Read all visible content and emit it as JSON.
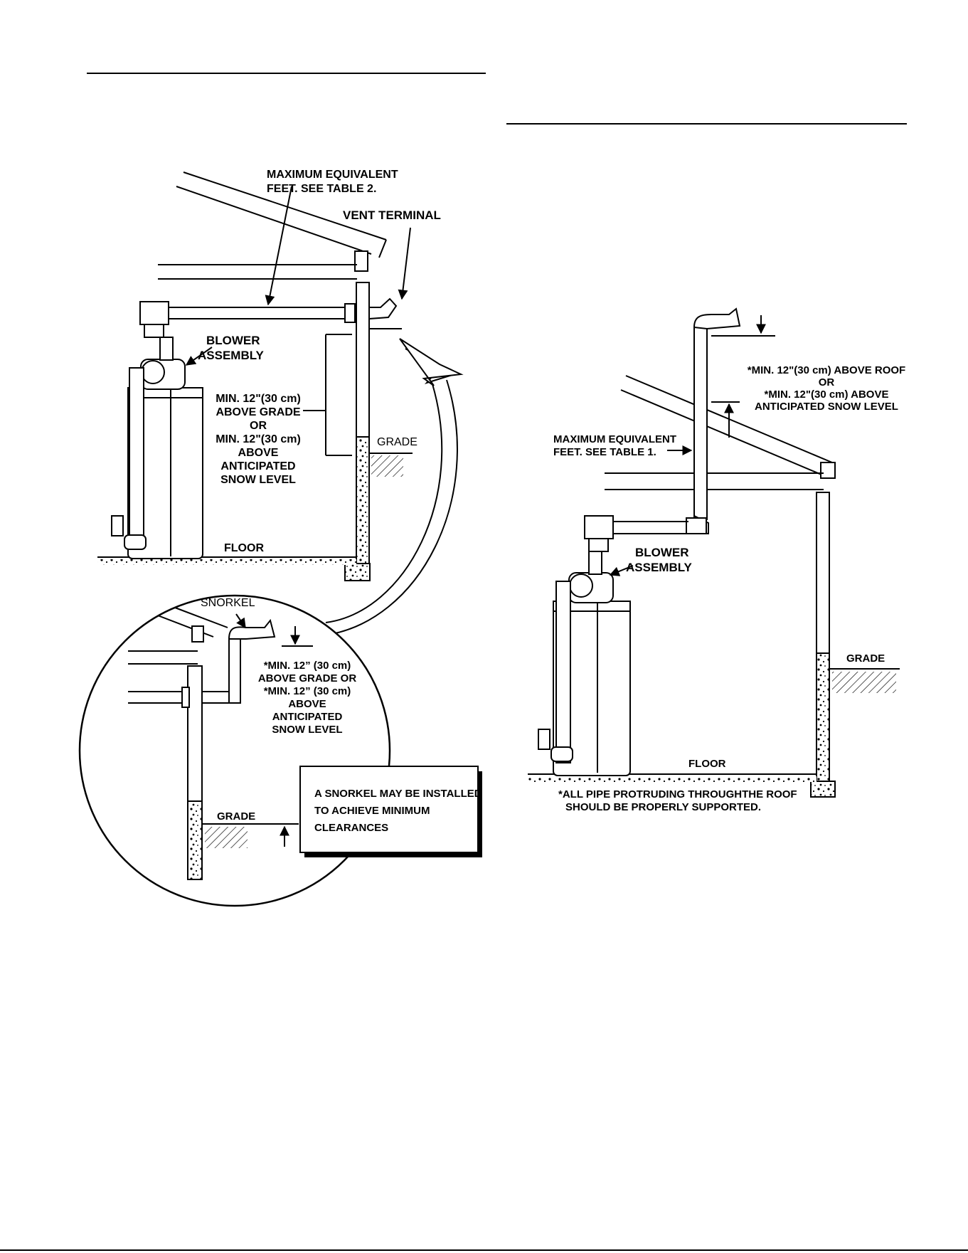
{
  "left_diagram": {
    "labels": {
      "max_equiv_1": "MAXIMUM EQUIVALENT",
      "max_equiv_2": "FEET. SEE TABLE 2.",
      "vent_terminal": "VENT TERMINAL",
      "blower_1": "BLOWER",
      "blower_2": "ASSEMBLY",
      "min_1": "MIN. 12\"(30 cm)",
      "min_2": "ABOVE GRADE",
      "min_3": "OR",
      "min_4": "MIN. 12\"(30 cm)",
      "min_5": "ABOVE",
      "min_6": "ANTICIPATED",
      "min_7": "SNOW LEVEL",
      "grade": "GRADE",
      "floor": "FLOOR"
    },
    "detail": {
      "snorkel": "SNORKEL",
      "min_1": "*MIN. 12” (30 cm)",
      "min_2": "ABOVE GRADE OR",
      "min_3": "*MIN. 12” (30 cm)",
      "min_4": "ABOVE",
      "min_5": "ANTICIPATED",
      "min_6": "SNOW LEVEL",
      "grade": "GRADE"
    },
    "note": {
      "line1": "A SNORKEL MAY BE INSTALLED",
      "line2": "TO  ACHIEVE  MINIMUM",
      "line3": "CLEARANCES"
    }
  },
  "right_diagram": {
    "labels": {
      "roof_1": "*MIN. 12\"(30 cm) ABOVE ROOF",
      "roof_2": "OR",
      "roof_3": "*MIN. 12\"(30 cm) ABOVE",
      "roof_4": "ANTICIPATED SNOW LEVEL",
      "max_equiv_1": "MAXIMUM EQUIVALENT",
      "max_equiv_2": "FEET. SEE TABLE 1.",
      "blower_1": "BLOWER",
      "blower_2": "ASSEMBLY",
      "grade": "GRADE",
      "floor": "FLOOR",
      "note_1": "*ALL PIPE PROTRUDING THROUGHTHE ROOF",
      "note_2": "SHOULD BE PROPERLY SUPPORTED."
    }
  }
}
